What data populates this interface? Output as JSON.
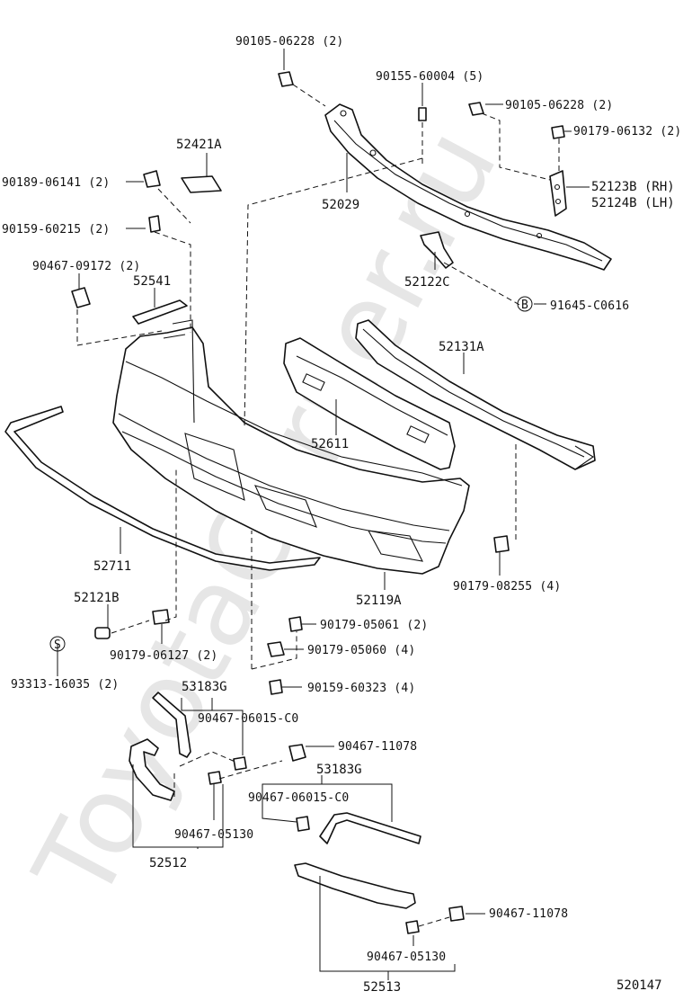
{
  "watermark": "ToyotaCorner.ru",
  "diagram_id": "520147",
  "labels": {
    "p_90105_06228_top": "90105-06228 (2)",
    "p_90155_60004": "90155-60004 (5)",
    "p_90105_06228_right": "90105-06228 (2)",
    "p_90179_06132": "90179-06132 (2)",
    "p_52123B": "52123B (RH)",
    "p_52124B": "52124B (LH)",
    "p_52421A": "52421A",
    "p_52029": "52029",
    "p_90189_06141": "90189-06141 (2)",
    "p_90159_60215": "90159-60215 (2)",
    "p_90467_09172": "90467-09172 (2)",
    "p_52541": "52541",
    "p_52122C": "52122C",
    "p_91645_C0616": "91645-C0616",
    "p_52131A": "52131A",
    "p_52611": "52611",
    "p_52711": "52711",
    "p_52119A": "52119A",
    "p_90179_08255": "90179-08255 (4)",
    "p_52121B": "52121B",
    "p_90179_06127": "90179-06127 (2)",
    "p_93313_16035": "93313-16035 (2)",
    "p_90179_05061": "90179-05061 (2)",
    "p_90179_05060": "90179-05060 (4)",
    "p_90159_60323": "90159-60323 (4)",
    "p_53183G_a": "53183G",
    "p_90467_06015_a": "90467-06015-C0",
    "p_90467_11078_a": "90467-11078",
    "p_53183G_b": "53183G",
    "p_90467_06015_b": "90467-06015-C0",
    "p_90467_05130_a": "90467-05130",
    "p_52512": "52512",
    "p_90467_11078_b": "90467-11078",
    "p_90467_05130_b": "90467-05130",
    "p_52513": "52513"
  },
  "circle_marks": {
    "b": "B",
    "s": "S"
  }
}
